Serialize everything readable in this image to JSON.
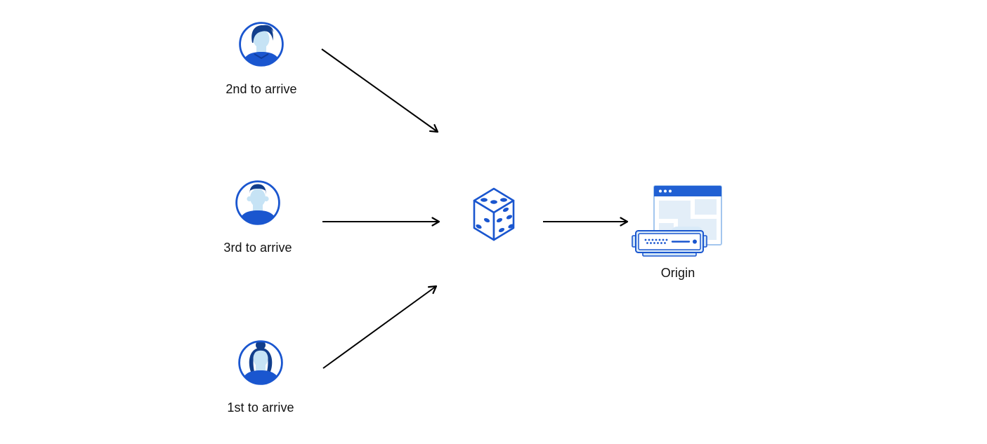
{
  "diagram": {
    "background_color": "#ffffff",
    "colors": {
      "primary_blue": "#1a56cf",
      "dark_navy_hair": "#123e8c",
      "skin_light_blue": "#c6e3f5",
      "panel_light_blue": "#e3eef8",
      "window_border_blue": "#a3c6ee",
      "server_base_blue": "#cfe4f6",
      "arrow_color": "#000000",
      "label_color": "#121212"
    },
    "nodes": [
      {
        "id": "user-2nd",
        "label": "2nd to arrive",
        "icon": "user-avatar-male-swept-hair-icon"
      },
      {
        "id": "user-3rd",
        "label": "3rd to arrive",
        "icon": "user-avatar-male-short-hair-icon"
      },
      {
        "id": "user-1st",
        "label": "1st to arrive",
        "icon": "user-avatar-female-bun-icon"
      },
      {
        "id": "dice",
        "label": "",
        "icon": "dice-icon"
      },
      {
        "id": "origin",
        "label": "Origin",
        "icon": "origin-server-browser-icon"
      }
    ],
    "edges": [
      {
        "from": "user-2nd",
        "to": "dice"
      },
      {
        "from": "user-3rd",
        "to": "dice"
      },
      {
        "from": "user-1st",
        "to": "dice"
      },
      {
        "from": "dice",
        "to": "origin"
      }
    ]
  }
}
